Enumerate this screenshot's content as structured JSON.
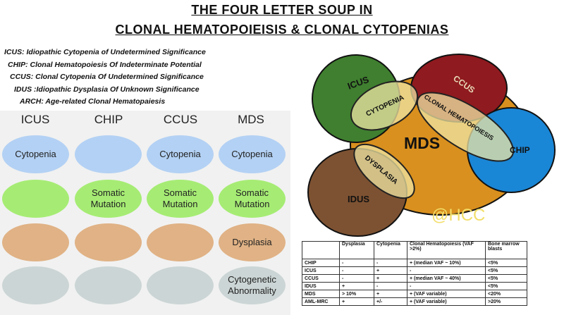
{
  "title": {
    "line1": "THE FOUR LETTER SOUP IN",
    "line2": "CLONAL HEMATOPOIEISIS & CLONAL CYTOPENIAS"
  },
  "definitions": [
    "ICUS: Idiopathic Cytopenia of Undetermined Significance",
    "CHIP: Clonal Hematopoiesis Of Indeterminate Potential",
    "CCUS: Clonal Cytopenia Of Undetermined Significance",
    "IDUS :Idiopathic Dysplasia Of Unknown Significance",
    "ARCH: Age-related Clonal Hematopaiesis"
  ],
  "grid": {
    "columns": [
      "ICUS",
      "CHIP",
      "CCUS",
      "MDS"
    ],
    "rows": [
      {
        "color": "#b3d1f4",
        "cells": [
          "Cytopenia",
          "",
          "Cytopenia",
          "Cytopenia"
        ]
      },
      {
        "color": "#a6ec74",
        "cells": [
          "",
          "Somatic Mutation",
          "Somatic Mutation",
          "Somatic Mutation"
        ]
      },
      {
        "color": "#e0b285",
        "cells": [
          "",
          "",
          "",
          "Dysplasia"
        ]
      },
      {
        "color": "#ccd5d5",
        "cells": [
          "",
          "",
          "",
          "Cytogenetic Abnormality"
        ]
      }
    ]
  },
  "venn": {
    "icus": "ICUS",
    "ccus": "CCUS",
    "mds": "MDS",
    "chip": "CHIP",
    "idus": "IDUS",
    "cytopenia": "CYTOPENIA",
    "clonal": "CLONAL HEMATOPOIESIS",
    "dysplasia": "DYSPLASIA",
    "colors": {
      "icus": "#3f7f2f",
      "ccus": "#8f1a1f",
      "mds": "#d9901e",
      "chip": "#1a86d6",
      "idus": "#7d5232",
      "band": "#efe6a4"
    }
  },
  "watermark": "@HCC",
  "table": {
    "headers": [
      "",
      "Dysplasia",
      "Cytopenia",
      "Clonal Hematopoiesis (VAF >2%)",
      "Bone marrow blasts"
    ],
    "rows": [
      [
        "CHIP",
        "-",
        "-",
        "+ (median VAF ~ 10%)",
        "<5%"
      ],
      [
        "ICUS",
        "-",
        "+",
        "-",
        "<5%"
      ],
      [
        "CCUS",
        "-",
        "+",
        "+ (median VAF ~ 40%)",
        "<5%"
      ],
      [
        "IDUS",
        "+",
        "-",
        "-",
        "<5%"
      ],
      [
        "MDS",
        "> 10%",
        "+",
        "+ (VAF variable)",
        "<20%"
      ],
      [
        "AML-MRC",
        "+",
        "+/-",
        "+ (VAF variable)",
        ">20%"
      ]
    ]
  }
}
